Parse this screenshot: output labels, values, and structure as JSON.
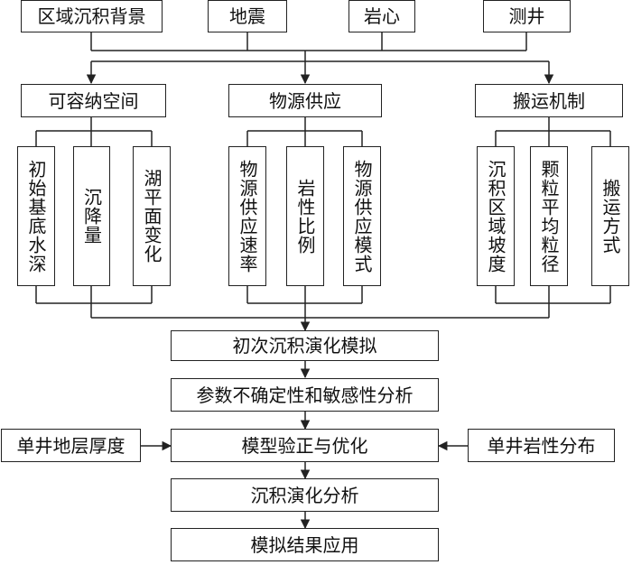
{
  "inputs": {
    "background": "区域沉积背景",
    "seismic": "地震",
    "core": "岩心",
    "well_log": "测井"
  },
  "categories": {
    "accommodation": "可容纳空间",
    "sediment_supply": "物源供应",
    "transport": "搬运机制"
  },
  "factors": {
    "initial_depth": "初始基底水深",
    "subsidence": "沉降量",
    "lake_level": "湖平面变化",
    "supply_rate": "物源供应速率",
    "lithology_ratio": "岩性比例",
    "supply_mode": "物源供应模式",
    "slope": "沉积区域坡度",
    "grain_size": "颗粒平均粒径",
    "transport_mode": "搬运方式"
  },
  "steps": {
    "initial_sim": "初次沉积演化模拟",
    "uncertainty": "参数不确定性和敏感性分析",
    "validation": "模型验正与优化",
    "evolution": "沉积演化分析",
    "application": "模拟结果应用"
  },
  "side_inputs": {
    "thickness": "单井地层厚度",
    "lithology_dist": "单井岩性分布"
  }
}
